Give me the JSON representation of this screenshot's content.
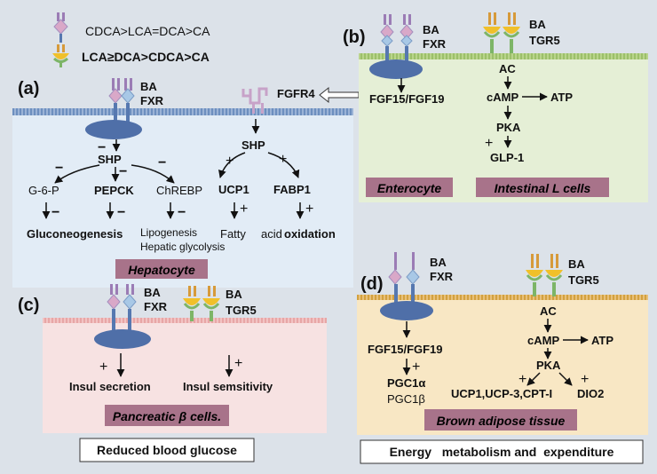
{
  "legend": {
    "fxr_order": "CDCA>LCA=DCA>CA",
    "tgr5_order": "LCA≥DCA>CDCA>CA"
  },
  "panel_a": {
    "label": "(a)",
    "ba": "BA",
    "fxr": "FXR",
    "fgfr4": "FGFR4",
    "shp_left": "SHP",
    "shp_right": "SHP",
    "g6p": "G-6-P",
    "pepck": "PEPCK",
    "chrebp": "ChREBP",
    "ucp1": "UCP1",
    "fabp1": "FABP1",
    "gluconeogenesis": "Gluconeogenesis",
    "lipogenesis": "Lipogenesis",
    "hepatic_glycolysis": "Hepatic glycolysis",
    "fatty": "Fatty",
    "acid": "acid",
    "oxidation": "oxidation",
    "minus": "−",
    "plus": "+",
    "caption": "Hepatocyte"
  },
  "panel_b": {
    "label": "(b)",
    "ba_fxr": "BA",
    "fxr": "FXR",
    "ba_tgr5": "BA",
    "tgr5": "TGR5",
    "fgf": "FGF15/FGF19",
    "ac": "AC",
    "camp": "cAMP",
    "atp": "ATP",
    "pka": "PKA",
    "glp1": "GLP-1",
    "plus": "+",
    "caption_left": "Enterocyte",
    "caption_right": "Intestinal L cells"
  },
  "panel_c": {
    "label": "(c)",
    "ba_fxr": "BA",
    "fxr": "FXR",
    "ba_tgr5": "BA",
    "tgr5": "TGR5",
    "insul_secretion": "Insul secretion",
    "insul_sensitivity": "Insul semsitivity",
    "plus": "+",
    "caption": "Pancreatic  β cells."
  },
  "panel_d": {
    "label": "(d)",
    "ba_fxr": "BA",
    "fxr": "FXR",
    "ba_tgr5": "BA",
    "tgr5": "TGR5",
    "fgf": "FGF15/FGF19",
    "pgc1a": "PGC1α",
    "pgc1b": "PGC1β",
    "ac": "AC",
    "camp": "cAMP",
    "atp": "ATP",
    "pka": "PKA",
    "ucp": "UCP1,UCP-3,CPT-I",
    "dio2": "DIO2",
    "plus": "+",
    "caption": "Brown adipose  tissue"
  },
  "footer": {
    "left": "Reduced blood glucose",
    "right": "Energy   metabolism and  expenditure"
  },
  "colors": {
    "page_bg": "#dce2e9",
    "hepatocyte_bg": "#e2ecf6",
    "enterocyte_bg": "#e5efd6",
    "pancreas_bg": "#f7e2e2",
    "adipose_bg": "#f8e7c4",
    "caption_bg": "#a8738a",
    "receptor_blue": "#5678b0",
    "ba_purple": "#9b7cb5",
    "ba_orange": "#d69a3a",
    "tgr5_yellow": "#f0c02a",
    "tgr5_green": "#7db567",
    "diamond_pink": "#d9a8c8",
    "diamond_blue": "#a8c8e6"
  }
}
